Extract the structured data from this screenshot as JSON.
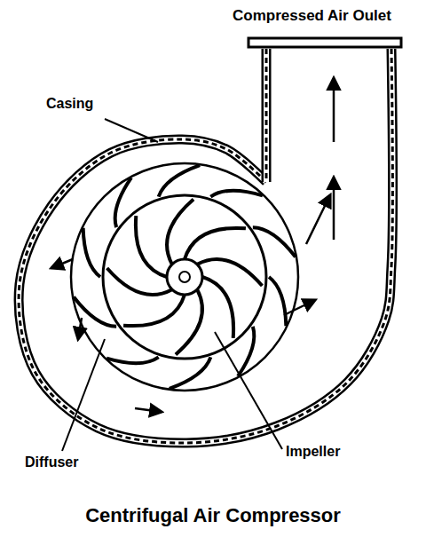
{
  "diagram": {
    "caption": "Centrifugal Air Compressor",
    "labels": [
      "Compressed Air Oulet",
      "Casing",
      "Diffuser",
      "Impeller"
    ]
  }
}
